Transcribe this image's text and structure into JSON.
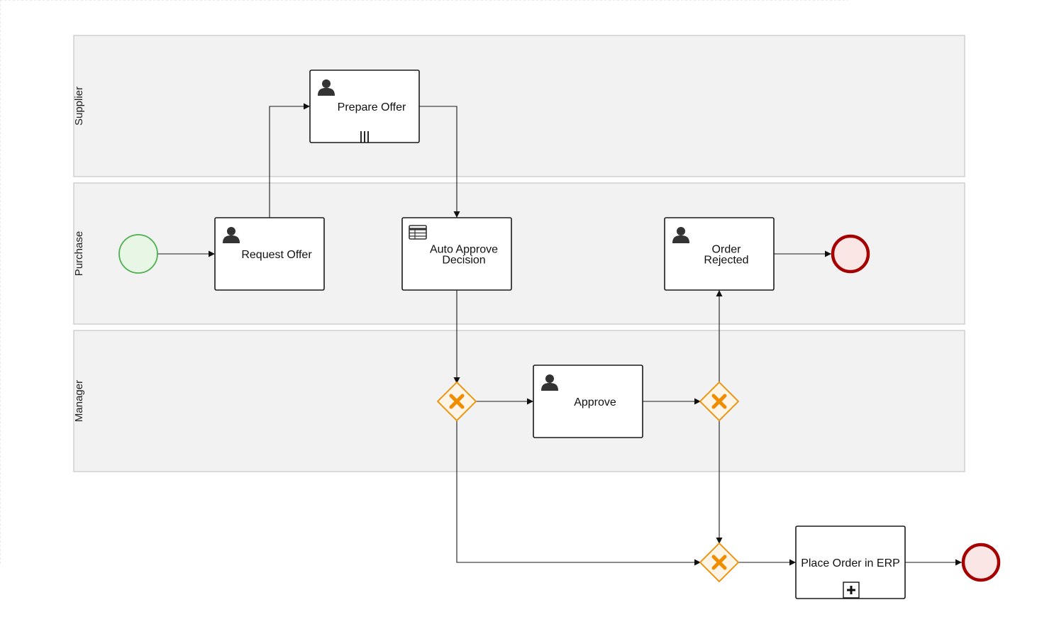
{
  "lanes": [
    {
      "id": "supplier",
      "label": "Supplier"
    },
    {
      "id": "purchase",
      "label": "Purchase"
    },
    {
      "id": "manager",
      "label": "Manager"
    }
  ],
  "tasks": [
    {
      "id": "prepare_offer",
      "lines": [
        "Prepare Offer"
      ],
      "icon": "user-icon",
      "marker": "parallel-multi-instance-marker"
    },
    {
      "id": "request_offer",
      "lines": [
        "Request Offer"
      ],
      "icon": "user-icon",
      "marker": ""
    },
    {
      "id": "auto_approve",
      "lines": [
        "Auto Approve",
        "Decision"
      ],
      "icon": "table-icon",
      "marker": ""
    },
    {
      "id": "order_rejected",
      "lines": [
        "Order",
        "Rejected"
      ],
      "icon": "user-icon",
      "marker": ""
    },
    {
      "id": "approve",
      "lines": [
        "Approve"
      ],
      "icon": "user-icon",
      "marker": ""
    },
    {
      "id": "place_order",
      "lines": [
        "Place Order in ERP"
      ],
      "icon": "",
      "marker": "collapsed-subprocess-marker"
    }
  ],
  "events": [
    {
      "id": "start",
      "type": "start-event",
      "color": "#4caf50",
      "fill": "#e8f6e5"
    },
    {
      "id": "end_rejected",
      "type": "end-event",
      "color": "#a50000",
      "fill": "#fbe6e6"
    },
    {
      "id": "end_ordered",
      "type": "end-event",
      "color": "#a50000",
      "fill": "#fbe6e6"
    }
  ],
  "gateways": [
    {
      "id": "gw_decision",
      "type": "exclusive-gateway",
      "color": "#f08c00",
      "fill": "#fff4e5"
    },
    {
      "id": "gw_approve",
      "type": "exclusive-gateway",
      "color": "#f08c00",
      "fill": "#fff4e5"
    },
    {
      "id": "gw_merge",
      "type": "exclusive-gateway",
      "color": "#f08c00",
      "fill": "#fff4e5"
    }
  ]
}
